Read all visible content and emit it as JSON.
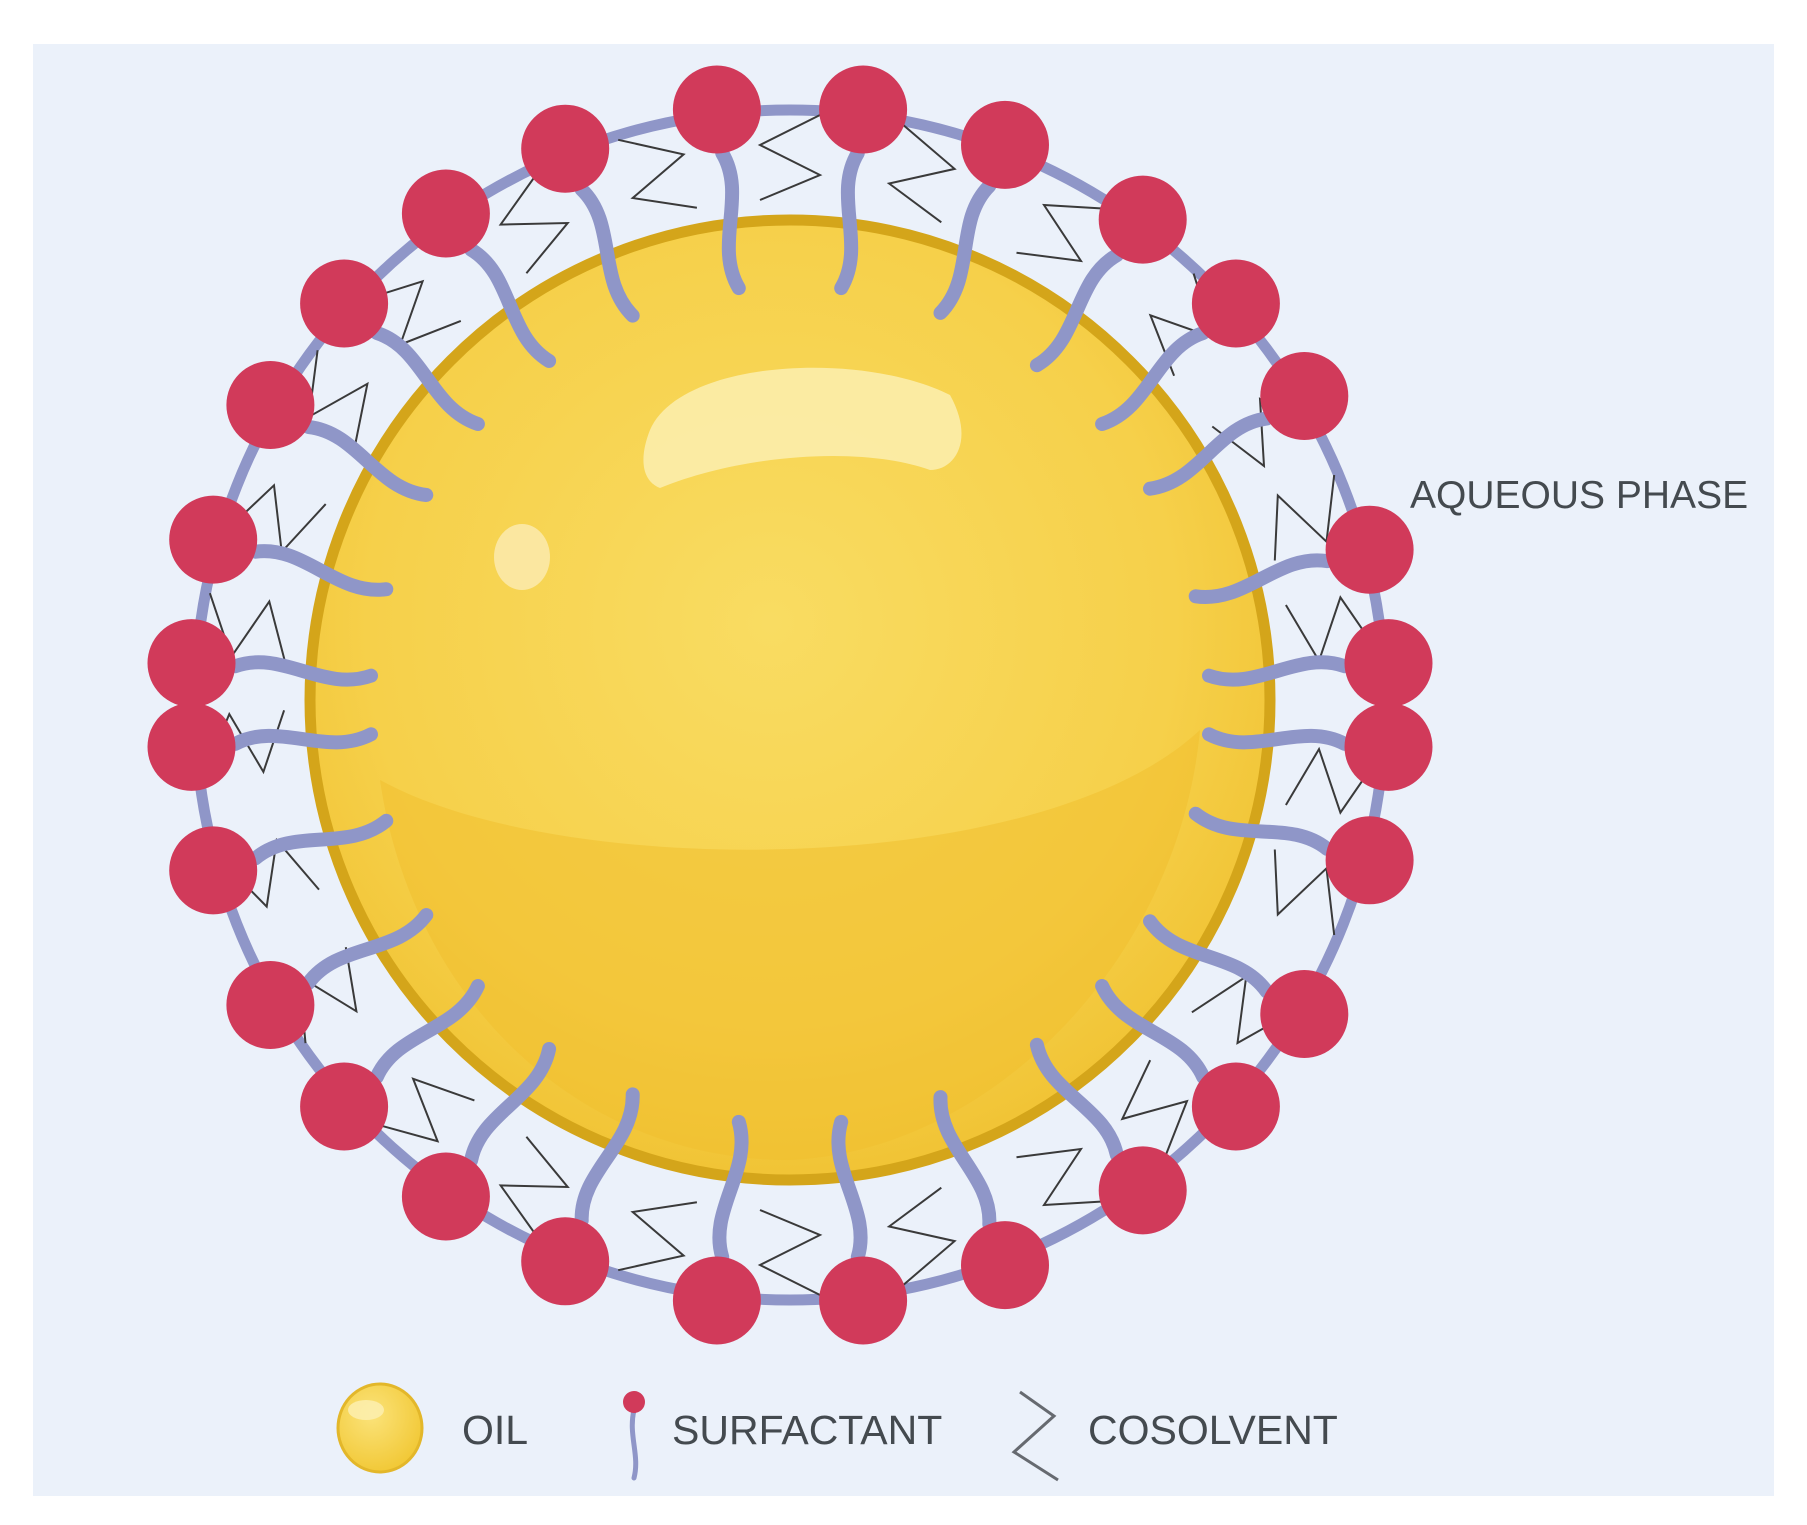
{
  "diagram": {
    "label": "AQUEOUS PHASE",
    "legend": [
      {
        "key": "oil",
        "label": "OIL",
        "icon": "oil-droplet-icon"
      },
      {
        "key": "surfactant",
        "label": "SURFACTANT",
        "icon": "surfactant-icon"
      },
      {
        "key": "cosolvent",
        "label": "COSOLVENT",
        "icon": "cosolvent-zigzag-icon"
      }
    ],
    "colors": {
      "background": "#ebf1fa",
      "oil": "#f7d24f",
      "oil_rim": "#d4a51a",
      "surfactant_head": "#d13a5a",
      "surfactant_tail": "#8f96c8",
      "cosolvent": "#3a3a3a"
    }
  }
}
